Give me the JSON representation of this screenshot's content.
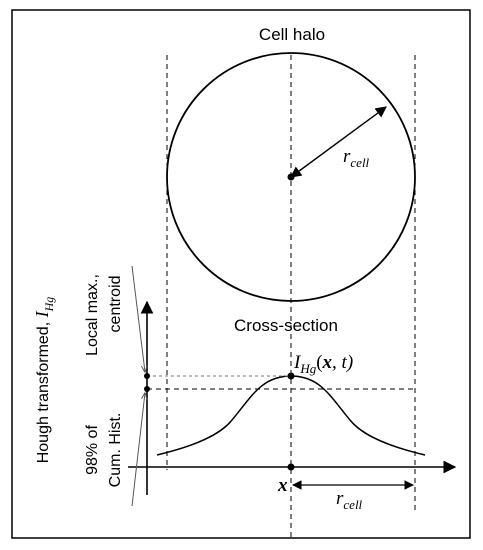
{
  "diagram": {
    "title": "Cell halo",
    "cross_section_label": "Cross-section",
    "radius_main": "r",
    "radius_sub": "cell",
    "peak_I": "I",
    "peak_sub": "Hg",
    "peak_args_open": "(",
    "peak_x": "x",
    "peak_args_rest": ", t)",
    "x_label": "x",
    "y_axis_label": "Hough transformed, ",
    "y_axis_I": "I",
    "y_axis_sub": "Hg",
    "local_max_line1": "Local max.,",
    "local_max_line2": "centroid",
    "hist_line1": "98% of",
    "hist_line2": "Cum. Hist."
  }
}
